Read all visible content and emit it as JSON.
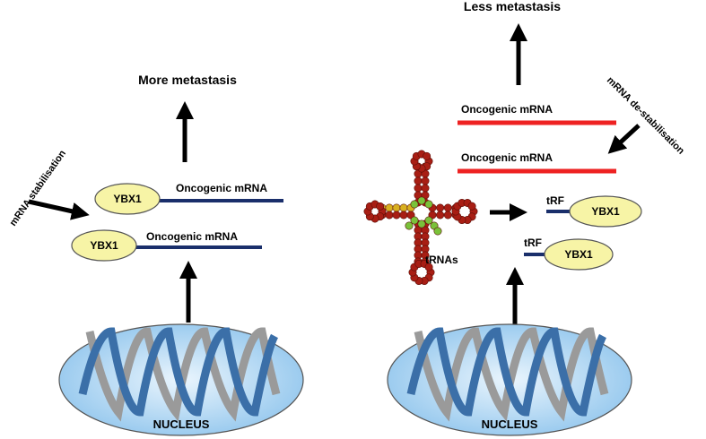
{
  "left_panel": {
    "outcome": "More metastasis",
    "process": "mRNA stabilisation",
    "proteins": [
      "YBX1",
      "YBX1"
    ],
    "mrna_labels": [
      "Oncogenic mRNA",
      "Oncogenic mRNA"
    ],
    "nucleus": "NUCLEUS"
  },
  "right_panel": {
    "outcome": "Less metastasis",
    "process": "mRNA de-stabilisation",
    "mrna_labels": [
      "Oncogenic mRNA",
      "Oncogenic mRNA"
    ],
    "trna": "tRNAs",
    "fragments": [
      "tRF",
      "tRF"
    ],
    "proteins": [
      "YBX1",
      "YBX1"
    ],
    "nucleus": "NUCLEUS"
  },
  "colors": {
    "stable_mrna": "#1a2f6b",
    "destabilised_mrna": "#ee2222",
    "ybx1_fill": "#f7f4a6",
    "nucleus_fill": "#a8d4f2",
    "helix_blue": "#3b6fa8",
    "helix_grey": "#9a9a9a",
    "trna_red": "#a81e14",
    "trna_yellow": "#d8b020",
    "trna_green": "#7ac23a"
  }
}
